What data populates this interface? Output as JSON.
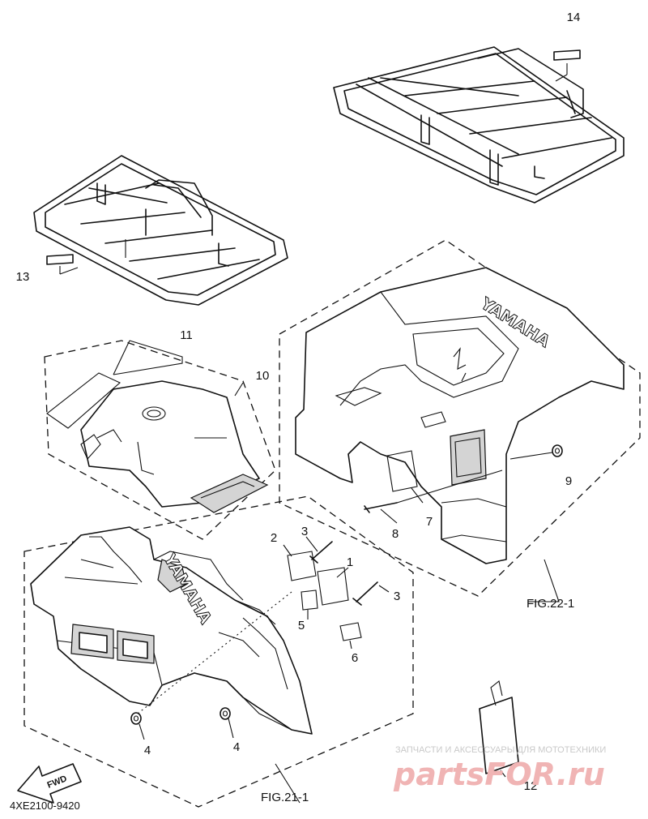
{
  "diagram": {
    "drawing_code": "4XE2100-9420",
    "figure_refs": [
      "FIG.22-1",
      "FIG.21-1"
    ],
    "part_labels": [
      "14",
      "13",
      "11",
      "10",
      "9",
      "8",
      "7",
      "2",
      "3",
      "1",
      "3",
      "5",
      "6",
      "4",
      "4",
      "12"
    ],
    "brand_text": "YAMAHA",
    "direction_arrow": "FWD",
    "watermark": {
      "caption": "ЗАПЧАСТИ И АКСЕССУАРЫ ДЛЯ МОТОТЕХНИКИ",
      "site": "partsFOR.ru"
    }
  }
}
